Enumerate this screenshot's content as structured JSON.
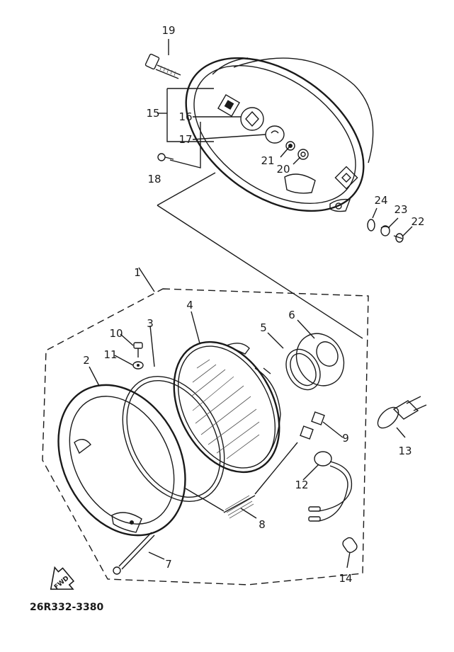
{
  "diagram": {
    "part_code": "26R332-3380",
    "forward_label": "FWD",
    "callouts": [
      "1",
      "2",
      "3",
      "4",
      "5",
      "6",
      "7",
      "8",
      "9",
      "10",
      "11",
      "12",
      "13",
      "14",
      "15",
      "16",
      "17",
      "18",
      "19",
      "20",
      "21",
      "22",
      "23",
      "24"
    ]
  }
}
